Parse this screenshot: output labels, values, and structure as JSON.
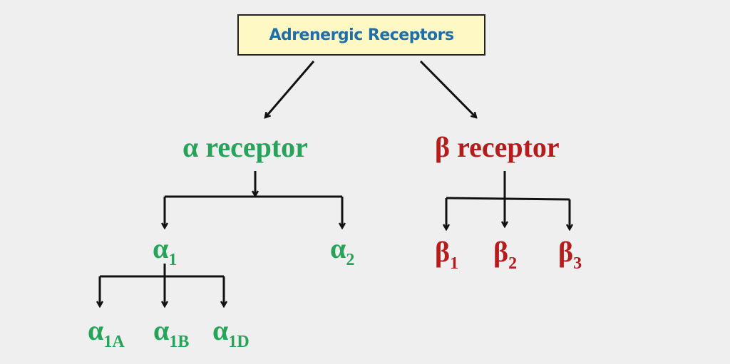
{
  "title": "Adrenergic Receptors",
  "colors": {
    "alpha": "#27a35a",
    "beta": "#b51c1c",
    "title": "#1f6ea8",
    "title_bg": "#fdf8c4"
  },
  "alpha": {
    "label": "α receptor",
    "subtypes": [
      {
        "symbol": "α",
        "sub": "1",
        "children": [
          {
            "symbol": "α",
            "sub": "1A"
          },
          {
            "symbol": "α",
            "sub": "1B"
          },
          {
            "symbol": "α",
            "sub": "1D"
          }
        ]
      },
      {
        "symbol": "α",
        "sub": "2"
      }
    ]
  },
  "beta": {
    "label": "β receptor",
    "subtypes": [
      {
        "symbol": "β",
        "sub": "1"
      },
      {
        "symbol": "β",
        "sub": "2"
      },
      {
        "symbol": "β",
        "sub": "3"
      }
    ]
  }
}
